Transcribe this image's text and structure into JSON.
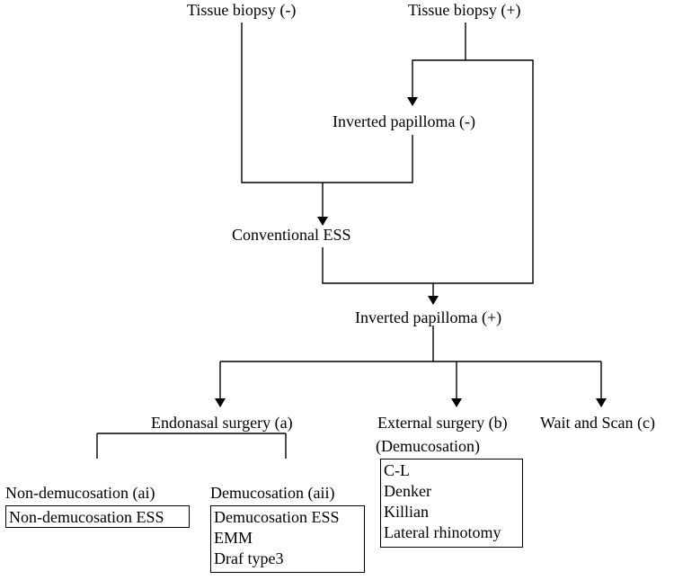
{
  "nodes": {
    "biopsy_neg": "Tissue biopsy (-)",
    "biopsy_pos": "Tissue biopsy (+)",
    "ip_neg": "Inverted papilloma (-)",
    "conventional_ess": "Conventional ESS",
    "ip_pos": "Inverted papilloma (+)",
    "endonasal": "Endonasal surgery (a)",
    "external": "External surgery (b)",
    "external_sub": "(Demucosation)",
    "wait_scan": "Wait and Scan (c)",
    "non_demucosation": "Non-demucosation (ai)",
    "demucosation": "Demucosation (aii)"
  },
  "boxes": {
    "non_demucosation": [
      "Non-demucosation ESS"
    ],
    "demucosation": [
      "Demucosation ESS",
      "EMM",
      "Draf type3"
    ],
    "external": [
      "C-L",
      "Denker",
      "Killian",
      "Lateral rhinotomy"
    ]
  }
}
